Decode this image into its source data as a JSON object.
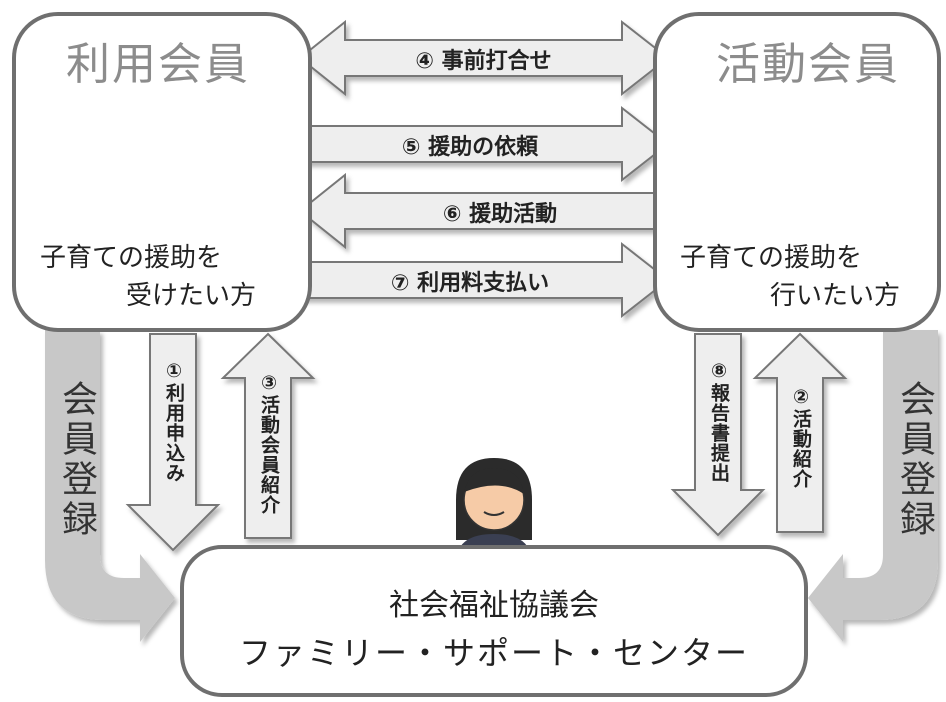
{
  "left_member": {
    "title": "利用会員",
    "desc_line1": "子育ての援助を",
    "desc_line2": "受けたい方"
  },
  "right_member": {
    "title": "活動会員",
    "desc_line1": "子育ての援助を",
    "desc_line2": "行いたい方"
  },
  "center": {
    "line1": "社会福祉協議会",
    "line2": "ファミリー・サポート・センター"
  },
  "horizontal_flows": [
    {
      "label": "④ 事前打合せ",
      "direction": "both"
    },
    {
      "label": "⑤ 援助の依頼",
      "direction": "right"
    },
    {
      "label": "⑥ 援助活動",
      "direction": "left"
    },
    {
      "label": "⑦ 利用料支払い",
      "direction": "right"
    }
  ],
  "vertical_flows": [
    {
      "label": "①利用申込み",
      "direction": "down"
    },
    {
      "label": "③活動会員紹介",
      "direction": "up"
    },
    {
      "label": "⑧報告書提出",
      "direction": "down"
    },
    {
      "label": "②活動紹介",
      "direction": "up"
    }
  ],
  "registration": {
    "left_label": "会員登録",
    "right_label": "会員登録"
  },
  "colors": {
    "box_border": "#6f6f6f",
    "arrow_fill": "#eeeeee",
    "arrow_stroke": "#777777",
    "registration_arrow": "#c8c8c8",
    "member_title": "#8c8c8c"
  }
}
